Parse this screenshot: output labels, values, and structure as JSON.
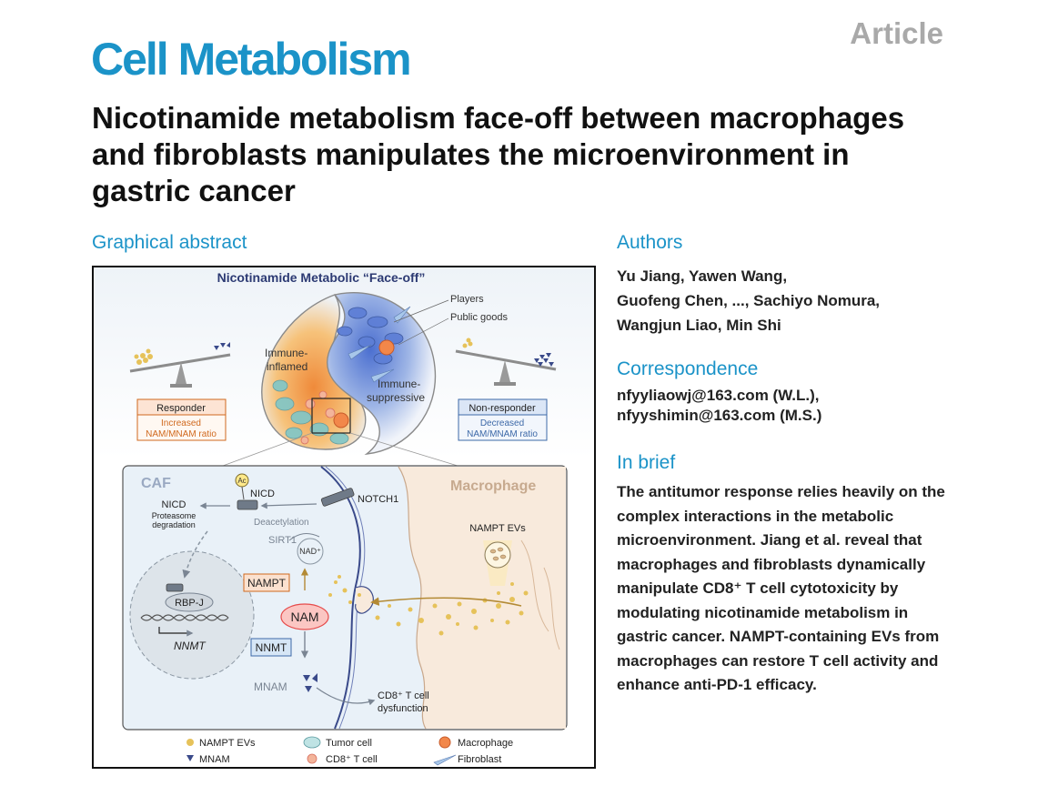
{
  "header": {
    "journal": "Cell Metabolism",
    "article_type": "Article",
    "title": "Nicotinamide metabolism face-off between macrophages and fibroblasts manipulates the microenvironment in gastric cancer"
  },
  "graphical_abstract": {
    "heading": "Graphical abstract",
    "figure_title": "Nicotinamide Metabolic “Face-off”",
    "labels": {
      "players": "Players",
      "public_goods": "Public goods",
      "immune_inflamed_1": "Immune-",
      "immune_inflamed_2": "inflamed",
      "immune_suppressive_1": "Immune-",
      "immune_suppressive_2": "suppressive",
      "responder": "Responder",
      "responder_sub_1": "Increased",
      "responder_sub_2": "NAM/MNAM ratio",
      "non_responder": "Non-responder",
      "non_responder_sub_1": "Decreased",
      "non_responder_sub_2": "NAM/MNAM ratio",
      "caf": "CAF",
      "macrophage": "Macrophage",
      "ac": "Ac",
      "nicd": "NICD",
      "nicd_left": "NICD",
      "proteasome_1": "Proteasome",
      "proteasome_2": "degradation",
      "notch1": "NOTCH1",
      "deacetylation": "Deacetylation",
      "sirt1": "SIRT1",
      "nad": "NAD⁺",
      "nampt": "NAMPT",
      "nam": "NAM",
      "rbpj": "RBP-J",
      "nnmt_gene": "NNMT",
      "nnmt": "NNMT",
      "mnam": "MNAM",
      "cd8_1": "CD8⁺ T cell",
      "cd8_2": "dysfunction",
      "nampt_evs": "NAMPT EVs"
    },
    "legend": {
      "nampt_evs": "NAMPT EVs",
      "mnam": "MNAM",
      "tumor_cell": "Tumor cell",
      "cd8_t_cell": "CD8⁺ T cell",
      "macrophage": "Macrophage",
      "fibroblast": "Fibroblast"
    },
    "colors": {
      "border_blue": "#3a4a8a",
      "caf_bg": "#e9f1f8",
      "macrophage_bg": "#f8eadc",
      "responder_orange": "#d0691e",
      "non_responder_blue": "#3d69a8",
      "nam_red": "#e64b4b",
      "ev_yellow": "#e6c25a"
    }
  },
  "authors": {
    "heading": "Authors",
    "lines": [
      "Yu Jiang, Yawen Wang,",
      "Guofeng Chen, ..., Sachiyo Nomura,",
      "Wangjun Liao, Min Shi"
    ]
  },
  "correspondence": {
    "heading": "Correspondence",
    "lines": [
      "nfyyliaowj@163.com (W.L.),",
      "nfyyshimin@163.com (M.S.)"
    ]
  },
  "in_brief": {
    "heading": "In brief",
    "text": "The antitumor response relies heavily on the complex interactions in the metabolic microenvironment. Jiang et al. reveal that macrophages and fibroblasts dynamically manipulate CD8⁺ T cell cytotoxicity by modulating nicotinamide metabolism in gastric cancer. NAMPT-containing EVs from macrophages can restore T cell activity and enhance anti-PD-1 efficacy."
  }
}
